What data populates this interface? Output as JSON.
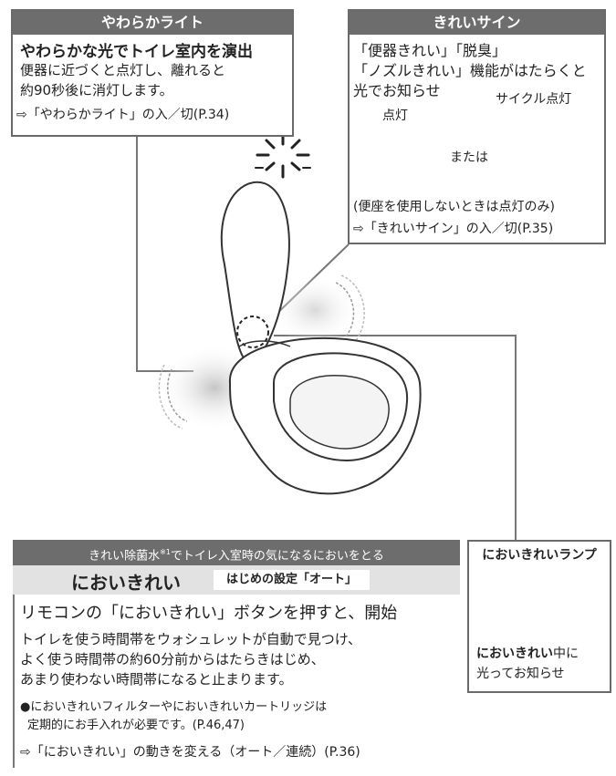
{
  "yawaraka": {
    "header": "やわらかライト",
    "title": "やわらかな光でトイレ室内を演出",
    "desc_1": "便器に近づくと点灯し、離れると",
    "desc_2": "約90秒後に消灯します。",
    "ref": "⇨「やわらかライト」の入／切(P.34)"
  },
  "kirei_sign": {
    "header": "きれいサイン",
    "title_1": "「便器きれい」「脱臭」",
    "title_2": "「ノズルきれい」機能がはたらくと",
    "title_3": "光でお知らせ",
    "light_label": "点灯",
    "cycle_label": "サイクル点灯",
    "or_label": "または",
    "note": "(便座を使用しないときは点灯のみ)",
    "ref": "⇨「きれいサイン」の入／切(P.35)"
  },
  "nioi": {
    "banner": "きれい除菌水※1でトイレ入室時の気になるにおいをとる",
    "banner_pre": "きれい除菌水",
    "banner_sup": "※1",
    "banner_post": "でトイレ入室時の気になるにおいをとる",
    "title": "においきれい",
    "initial": "はじめの設定「オート」",
    "lead": "リモコンの「においきれい」ボタンを押すと、開始",
    "desc_1": "トイレを使う時間帯をウォシュレットが自動で見つけ、",
    "desc_2": "よく使う時間帯の約60分前からはたらきはじめ、",
    "desc_3": "あまり使わない時間帯になると止まります。",
    "bullet_1": "●においきれいフィルターやにおいきれいカートリッジは",
    "bullet_2": "定期的にお手入れが必要です。(P.46,47)",
    "ref": "⇨「においきれい」の動きを変える（オート／連続）(P.36)"
  },
  "lamp": {
    "header": "においきれいランプ",
    "text_1_em": "においきれい",
    "text_1_rest": "中に",
    "text_2": "光ってお知らせ"
  }
}
